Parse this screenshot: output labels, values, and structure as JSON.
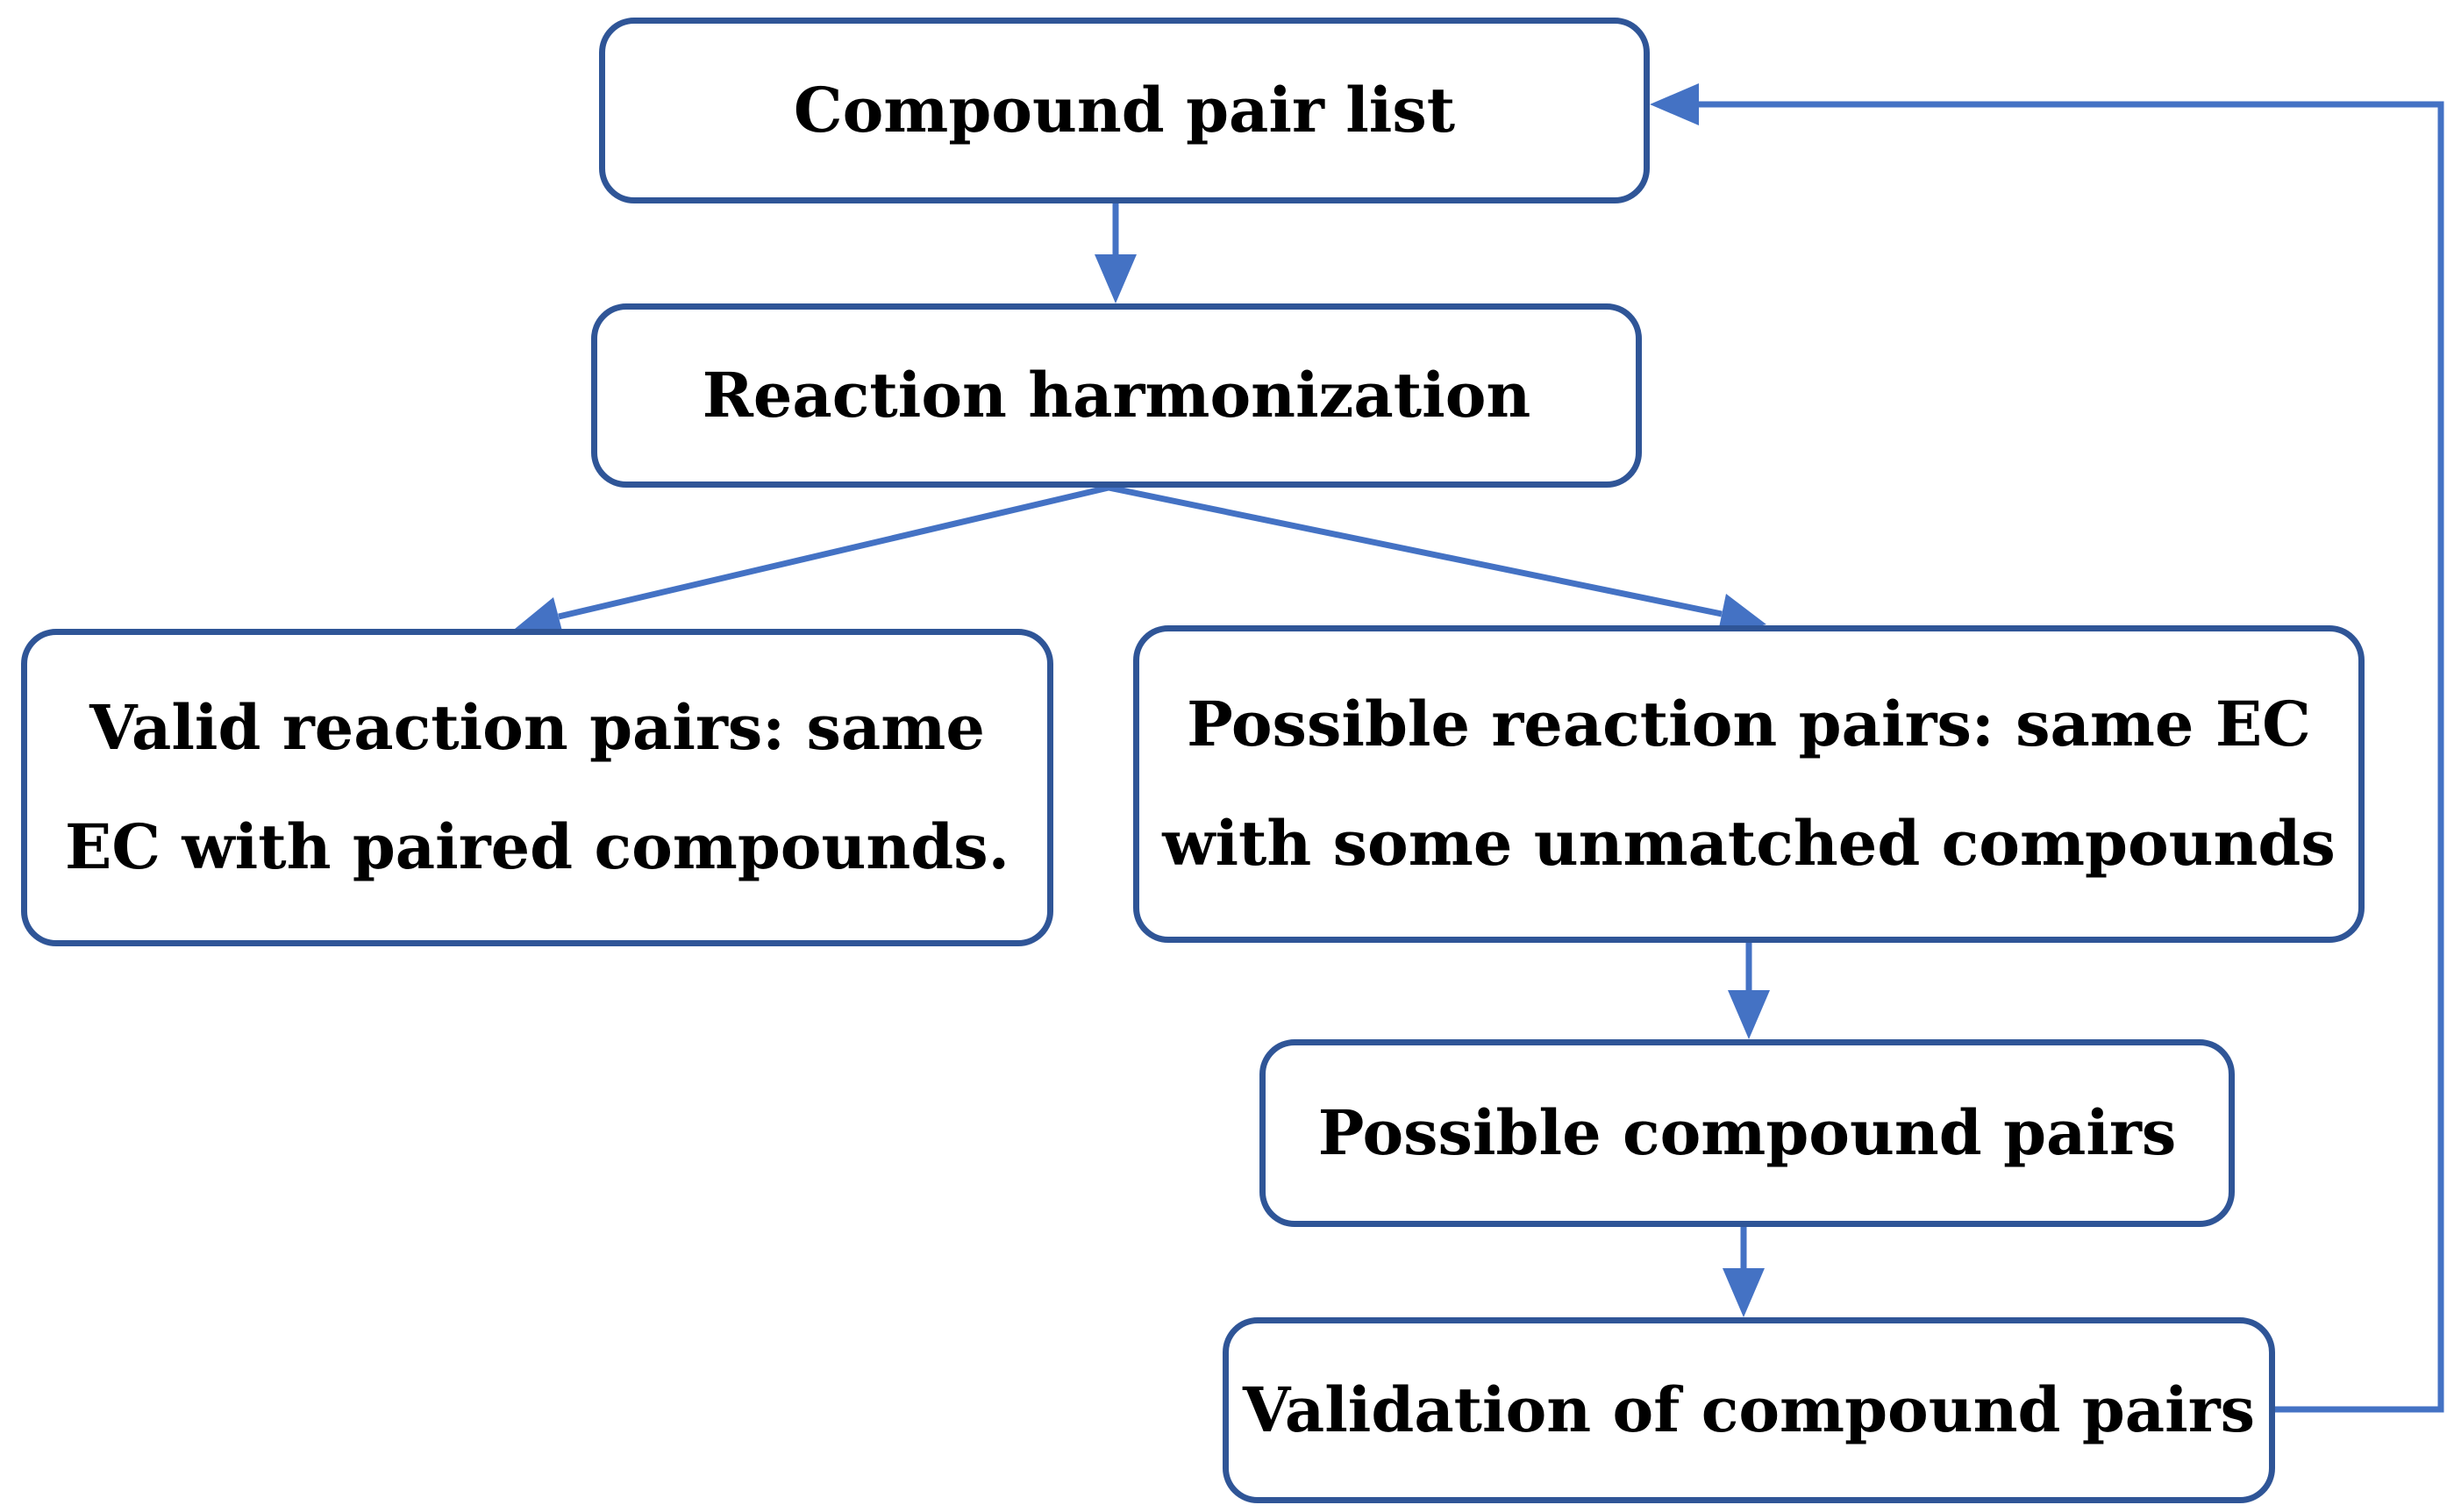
{
  "colors": {
    "box_border": "#2F5597",
    "arrow": "#4472C4",
    "text": "#000000",
    "background": "#FFFFFF"
  },
  "nodes": {
    "compound_pair_list": "Compound pair list",
    "reaction_harmonization": "Reaction harmonization",
    "valid_reaction_pairs": {
      "line1": "Valid reaction pairs: same",
      "line2": "EC with paired compounds."
    },
    "possible_reaction_pairs": {
      "line1": "Possible reaction pairs: same EC",
      "line2": "with some unmatched compounds"
    },
    "possible_compound_pairs": "Possible compound pairs",
    "validation_of_compound_pairs": "Validation of compound pairs"
  },
  "edges": [
    {
      "from": "compound_pair_list",
      "to": "reaction_harmonization"
    },
    {
      "from": "reaction_harmonization",
      "to": "valid_reaction_pairs"
    },
    {
      "from": "reaction_harmonization",
      "to": "possible_reaction_pairs"
    },
    {
      "from": "possible_reaction_pairs",
      "to": "possible_compound_pairs"
    },
    {
      "from": "possible_compound_pairs",
      "to": "validation_of_compound_pairs"
    },
    {
      "from": "validation_of_compound_pairs",
      "to": "compound_pair_list"
    }
  ]
}
